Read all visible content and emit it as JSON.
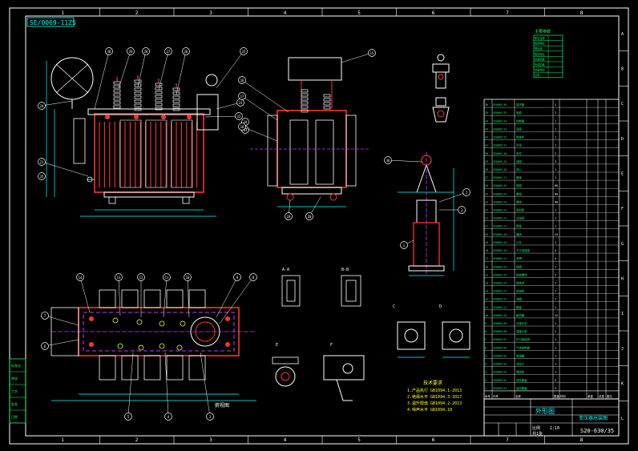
{
  "drawing": {
    "code_stamp": "SE/0069-11ZS",
    "title_cn": "外形图",
    "title_model": "S20-630/35",
    "project_name": "变压器总装图",
    "view_label_top": "俯视图",
    "scale_label": "比例",
    "scale_value": "1:10",
    "sheet_label": "共1张"
  },
  "colors": {
    "background": "#000000",
    "frame": "#ffffff",
    "outline": "#ff3333",
    "detail": "#ffffff",
    "dimension": "#00ffff",
    "table": "#00ff66",
    "hidden": "#cc33ff",
    "hatch": "#ff3333",
    "callout": "#ffffff",
    "yellow": "#ffff00"
  },
  "border": {
    "col_numbers": [
      "1",
      "2",
      "3",
      "4",
      "5",
      "6",
      "7",
      "8"
    ],
    "row_letters": [
      "A",
      "B",
      "C",
      "D",
      "E",
      "F",
      "G",
      "H",
      "I",
      "J",
      "K",
      "L"
    ]
  },
  "left_stamp_rows": [
    "标准化",
    "审核",
    "工艺",
    "批准",
    "日期"
  ],
  "callouts_front": [
    "30",
    "29",
    "28",
    "27",
    "26",
    "25",
    "24",
    "23",
    "22",
    "21"
  ],
  "callouts_side": [
    "15",
    "16",
    "17",
    "18",
    "19",
    "20"
  ],
  "callouts_bottom_front": [
    "35",
    "34",
    "33"
  ],
  "callouts_top_view": [
    "14",
    "13",
    "12",
    "11",
    "10",
    "9",
    "8",
    "7",
    "6",
    "5",
    "4",
    "3"
  ],
  "callouts_bushing": [
    "1",
    "2",
    "3",
    "36"
  ],
  "small_table": {
    "title": "主要参数",
    "rows": [
      "额定容量",
      "额定电压",
      "联结组",
      "阻抗电压",
      "空载损耗",
      "负载损耗",
      "空载电流",
      "总重"
    ]
  },
  "bom": {
    "header": [
      "序号",
      "代号",
      "名称",
      "数量",
      "材料",
      "单重",
      "总重",
      "备注"
    ],
    "rows": [
      [
        "1",
        "SE0069-01",
        "高压套管",
        "3",
        "",
        "",
        "",
        ""
      ],
      [
        "2",
        "SE0069-02",
        "低压套管",
        "4",
        "",
        "",
        "",
        ""
      ],
      [
        "3",
        "SE0069-03",
        "储油柜",
        "1",
        "",
        "",
        "",
        ""
      ],
      [
        "4",
        "SE0069-04",
        "油位计",
        "1",
        "",
        "",
        "",
        ""
      ],
      [
        "5",
        "SE0069-05",
        "吸湿器",
        "1",
        "",
        "",
        "",
        ""
      ],
      [
        "6",
        "SE0069-06",
        "气体继电器",
        "1",
        "",
        "",
        "",
        ""
      ],
      [
        "7",
        "SE0069-07",
        "压力释放阀",
        "1",
        "",
        "",
        "",
        ""
      ],
      [
        "8",
        "SE0069-08",
        "温度计座",
        "1",
        "",
        "",
        "",
        ""
      ],
      [
        "9",
        "SE0069-09",
        "分接开关",
        "1",
        "",
        "",
        "",
        ""
      ],
      [
        "10",
        "SE0069-10",
        "散热器",
        "12",
        "",
        "",
        "",
        ""
      ],
      [
        "11",
        "SE0069-11",
        "箱盖",
        "1",
        "",
        "",
        "",
        ""
      ],
      [
        "12",
        "SE0069-12",
        "油箱",
        "1",
        "",
        "",
        "",
        ""
      ],
      [
        "13",
        "SE0069-13",
        "放油阀",
        "1",
        "",
        "",
        "",
        ""
      ],
      [
        "14",
        "SE0069-14",
        "取样阀",
        "1",
        "",
        "",
        "",
        ""
      ],
      [
        "15",
        "SE0069-15",
        "接地螺栓",
        "2",
        "",
        "",
        "",
        ""
      ],
      [
        "16",
        "SE0069-16",
        "铭牌",
        "1",
        "",
        "",
        "",
        ""
      ],
      [
        "17",
        "SE0069-17",
        "吊攀",
        "4",
        "",
        "",
        "",
        ""
      ],
      [
        "18",
        "SE0069-18",
        "千斤顶底座",
        "4",
        "",
        "",
        "",
        ""
      ],
      [
        "19",
        "SE0069-19",
        "小车",
        "1",
        "",
        "",
        "",
        ""
      ],
      [
        "20",
        "SE0069-20",
        "蝶阀",
        "24",
        "",
        "",
        "",
        ""
      ],
      [
        "21",
        "SE0069-21",
        "联管",
        "1",
        "",
        "",
        "",
        ""
      ],
      [
        "22",
        "SE0069-22",
        "注油阀",
        "1",
        "",
        "",
        "",
        ""
      ],
      [
        "23",
        "SE0069-23",
        "密封垫",
        "1",
        "",
        "",
        "",
        ""
      ],
      [
        "24",
        "SE0069-24",
        "螺栓",
        "60",
        "",
        "",
        "",
        ""
      ],
      [
        "25",
        "SE0069-25",
        "螺母",
        "60",
        "",
        "",
        "",
        ""
      ],
      [
        "26",
        "SE0069-26",
        "垫圈",
        "60",
        "",
        "",
        "",
        ""
      ],
      [
        "27",
        "SE0069-27",
        "器身",
        "1",
        "",
        "",
        "",
        ""
      ],
      [
        "28",
        "SE0069-28",
        "铁心",
        "1",
        "",
        "",
        "",
        ""
      ],
      [
        "29",
        "SE0069-29",
        "线圈",
        "3",
        "",
        "",
        "",
        ""
      ],
      [
        "30",
        "SE0069-30",
        "夹件",
        "2",
        "",
        "",
        "",
        ""
      ],
      [
        "31",
        "SE0069-31",
        "引线",
        "1",
        "",
        "",
        "",
        ""
      ],
      [
        "32",
        "SE0069-32",
        "绝缘件",
        "1",
        "",
        "",
        "",
        ""
      ],
      [
        "33",
        "SE0069-33",
        "底座",
        "1",
        "",
        "",
        "",
        ""
      ],
      [
        "34",
        "SE0069-34",
        "控制箱",
        "1",
        "",
        "",
        "",
        ""
      ],
      [
        "35",
        "SE0069-35",
        "电缆",
        "1",
        "",
        "",
        "",
        ""
      ],
      [
        "36",
        "SE0069-36",
        "端子箱",
        "1",
        "",
        "",
        "",
        ""
      ]
    ]
  },
  "notes": {
    "title": "技术要求",
    "lines": [
      "1.产品执行 GB1094.1-2013",
      "2.绝缘水平 GB1094.3-2017",
      "3.温升限值 GB1094.2-2013",
      "4.噪声水平 GB1094.10"
    ]
  },
  "detail_labels": [
    "A-A",
    "B-B",
    "C",
    "D",
    "E",
    "F"
  ]
}
